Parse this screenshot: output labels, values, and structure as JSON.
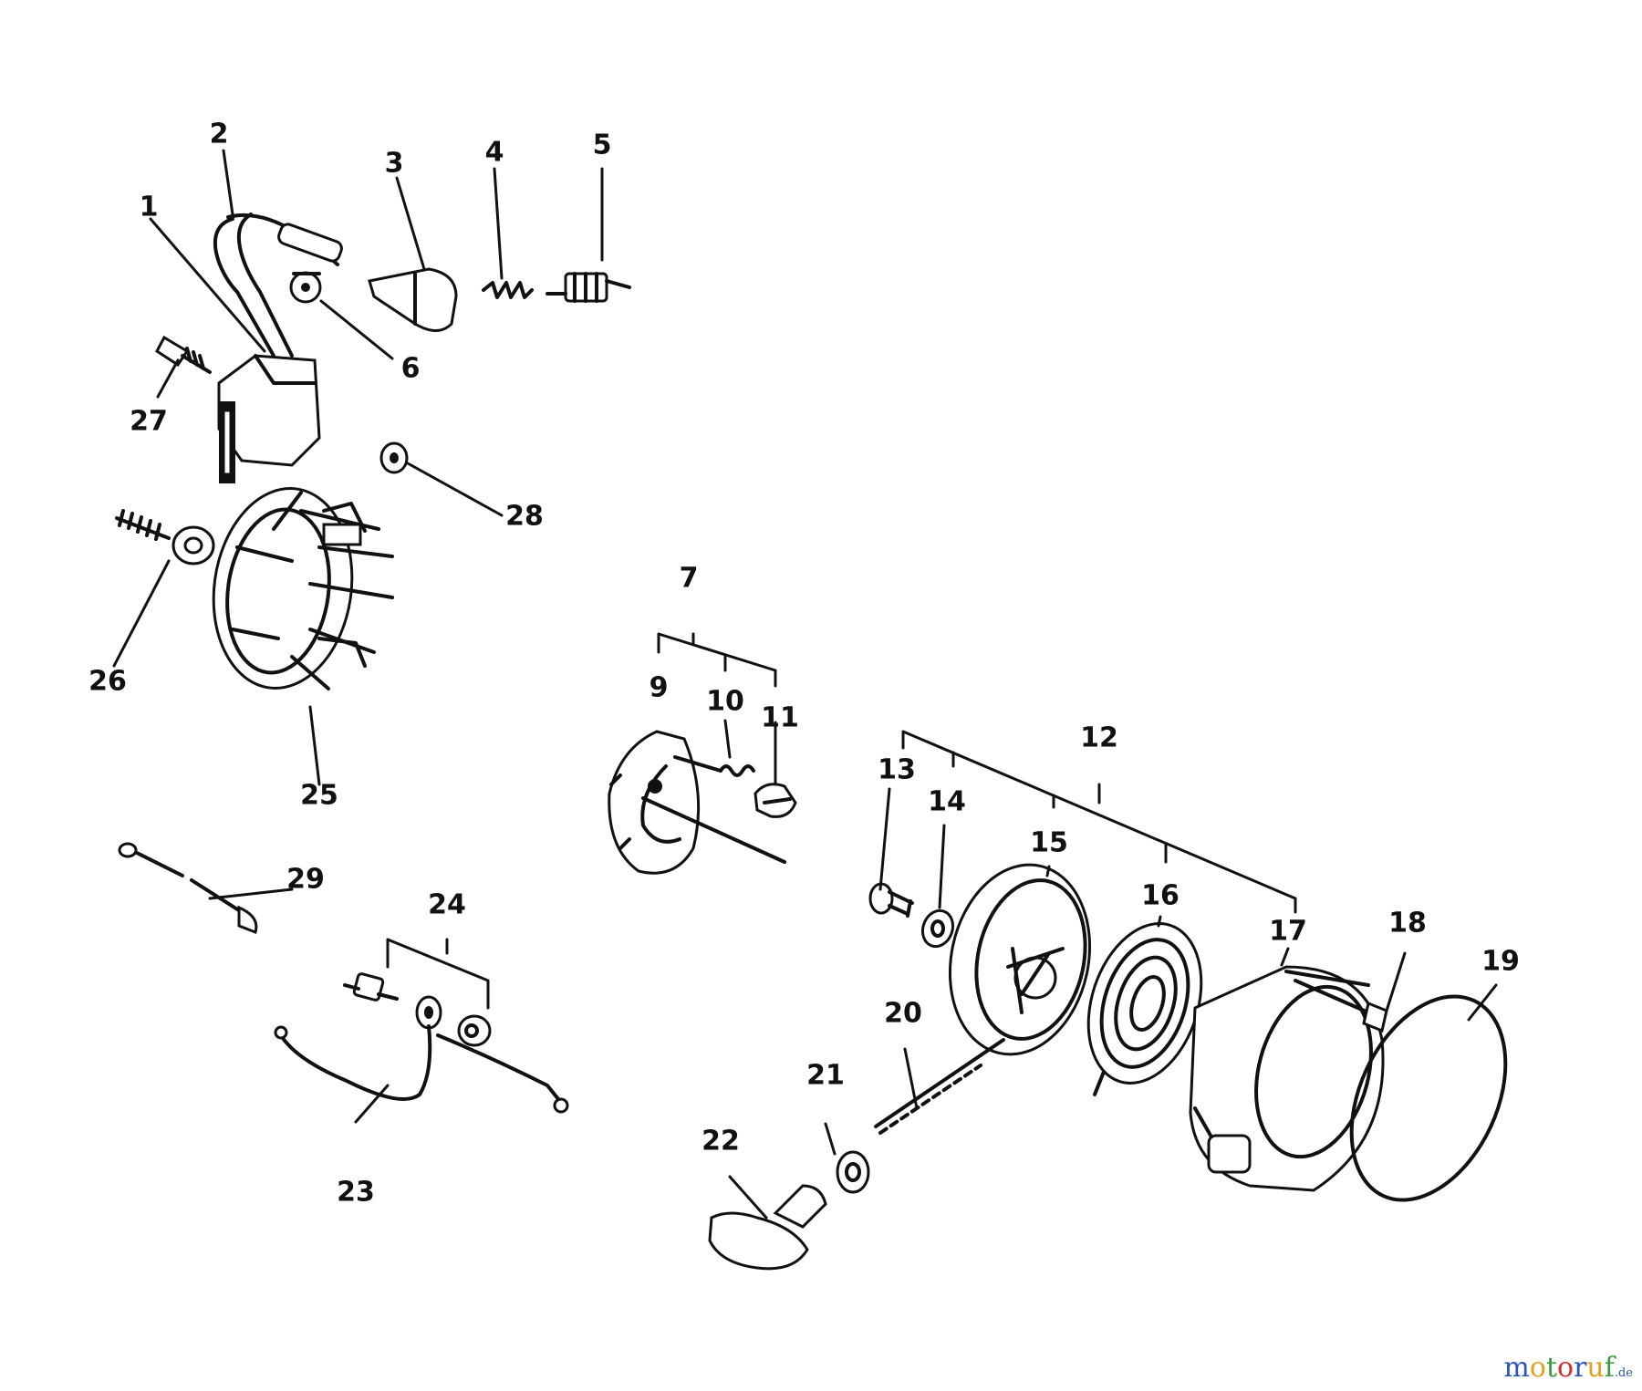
{
  "diagram": {
    "labels": {
      "1": "1",
      "2": "2",
      "3": "3",
      "4": "4",
      "5": "5",
      "6": "6",
      "7": "7",
      "9": "9",
      "10": "10",
      "11": "11",
      "12": "12",
      "13": "13",
      "14": "14",
      "15": "15",
      "16": "16",
      "17": "17",
      "18": "18",
      "19": "19",
      "20": "20",
      "21": "21",
      "22": "22",
      "23": "23",
      "24": "24",
      "25": "25",
      "26": "26",
      "27": "27",
      "28": "28",
      "29": "29"
    }
  },
  "watermark": {
    "letters": [
      "m",
      "o",
      "t",
      "o",
      "r",
      "u",
      "f"
    ],
    "colors": [
      "#2a56b8",
      "#e0a020",
      "#3a9a3a",
      "#d03030",
      "#2a56b8",
      "#e0a020",
      "#3a9a3a"
    ],
    "domain": ".de"
  }
}
